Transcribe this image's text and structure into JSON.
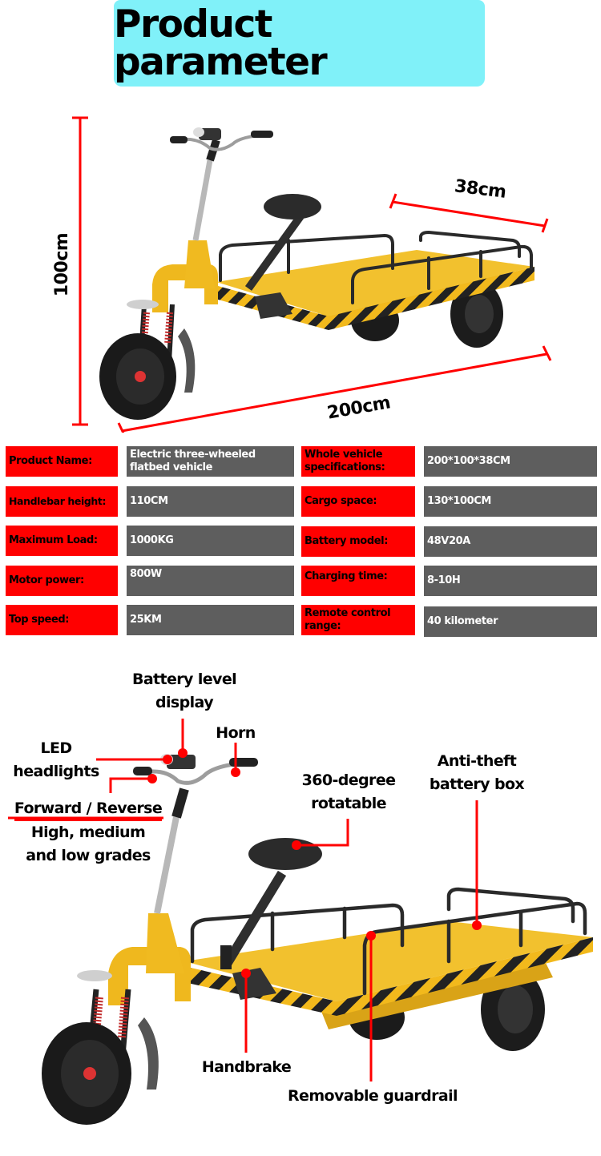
{
  "header": {
    "title": "Product parameter",
    "background_color": "#80F1F9"
  },
  "dimensions_image": {
    "description": "Yellow electric three-wheeled flatbed vehicle with black guardrails and hazard-striped edge",
    "height_label": "100cm",
    "width_label": "38cm",
    "length_label": "200cm",
    "line_color": "#FF0000"
  },
  "specs": {
    "label_color": "#FF0000",
    "value_color": "#5E5E5E",
    "rows": [
      {
        "left": {
          "label": "Product Name:",
          "value": "Electric three-wheeled flatbed vehicle"
        },
        "right": {
          "label": "Whole vehicle specifications:",
          "value": "200*100*38CM"
        }
      },
      {
        "left": {
          "label": "Handlebar height:",
          "value": "110CM"
        },
        "right": {
          "label": "Cargo space:",
          "value": "130*100CM"
        }
      },
      {
        "left": {
          "label": "Maximum Load:",
          "value": "1000KG"
        },
        "right": {
          "label": "Battery model:",
          "value": "48V20A"
        }
      },
      {
        "left": {
          "label": "Motor power:",
          "value": "800W"
        },
        "right": {
          "label": "Charging time:",
          "value": "8-10H"
        }
      },
      {
        "left": {
          "label": "Top speed:",
          "value": "25KM"
        },
        "right": {
          "label": "Remote control range:",
          "value": "40 kilometer"
        }
      }
    ]
  },
  "features_image": {
    "callouts": {
      "battery_display": {
        "line1": "Battery level",
        "line2": "display"
      },
      "horn": {
        "line1": "Horn"
      },
      "led_headlights": {
        "line1": "LED",
        "line2": "headlights"
      },
      "gears": {
        "line1": "Forward / Reverse",
        "line2": "High, medium",
        "line3": "and low grades"
      },
      "seat": {
        "line1": "360-degree",
        "line2": "rotatable"
      },
      "battery_box": {
        "line1": "Anti-theft",
        "line2": "battery box"
      },
      "handbrake": {
        "line1": "Handbrake"
      },
      "guardrail": {
        "line1": "Removable guardrail"
      }
    }
  }
}
